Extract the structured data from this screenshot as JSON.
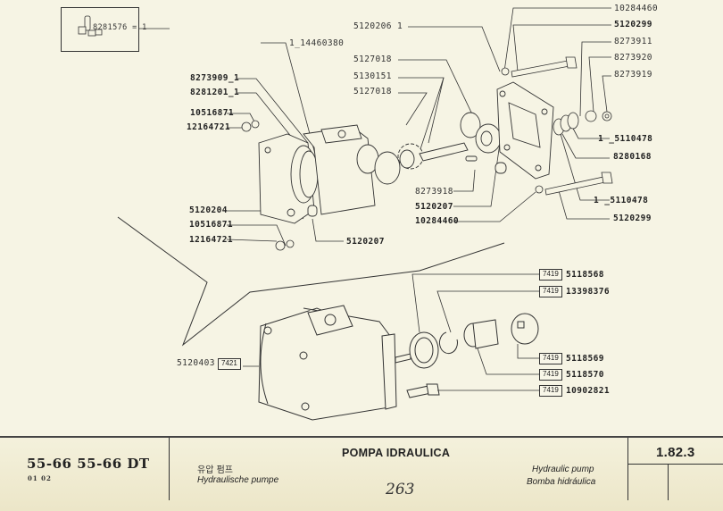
{
  "kit": {
    "part": "8281576",
    "qty_label": "8281576 = 1",
    "icon": "seal-kit-icon"
  },
  "upper_labels": [
    {
      "id": "l1",
      "text": "1_14460380"
    },
    {
      "id": "l2",
      "text": "8273909_1"
    },
    {
      "id": "l3",
      "text": "8281201_1"
    },
    {
      "id": "l4",
      "text": "10516871"
    },
    {
      "id": "l5",
      "text": "12164721"
    },
    {
      "id": "l6",
      "text": "5120206  1"
    },
    {
      "id": "l7",
      "text": "5127018"
    },
    {
      "id": "l8",
      "text": "5130151"
    },
    {
      "id": "l9",
      "text": "5127018"
    },
    {
      "id": "l10",
      "text": "10284460"
    },
    {
      "id": "l11",
      "text": "5120299"
    },
    {
      "id": "l12",
      "text": "8273911"
    },
    {
      "id": "l13",
      "text": "8273920"
    },
    {
      "id": "l14",
      "text": "8273919"
    },
    {
      "id": "l15",
      "text": "1 _5110478"
    },
    {
      "id": "l16",
      "text": "8280168"
    },
    {
      "id": "l17",
      "text": "8273918"
    },
    {
      "id": "l18",
      "text": "5120207"
    },
    {
      "id": "l19",
      "text": "10284460"
    },
    {
      "id": "l20",
      "text": "1 _5110478"
    },
    {
      "id": "l21",
      "text": "5120299"
    },
    {
      "id": "l22",
      "text": "5120204"
    },
    {
      "id": "l23",
      "text": "10516871"
    },
    {
      "id": "l24",
      "text": "12164721"
    },
    {
      "id": "l25",
      "text": "5120207"
    }
  ],
  "lower_labels": [
    {
      "ref": "7419",
      "part": "5118568"
    },
    {
      "ref": "7419",
      "part": "13398376"
    },
    {
      "ref": "7419",
      "part": "5118569"
    },
    {
      "ref": "7419",
      "part": "5118570"
    },
    {
      "ref": "7419",
      "part": "10902821"
    }
  ],
  "pump_assembly": {
    "part": "5120403",
    "ref": "7421"
  },
  "footer": {
    "models": "55-66  55-66 DT",
    "model_codes": "01  02",
    "title_it": "POMPA IDRAULICA",
    "title_ko": "유압 펌프",
    "title_de": "Hydraulische pumpe",
    "title_en": "Hydraulic pump",
    "title_es": "Bomba hidráulica",
    "handwritten_page": "263",
    "section_code": "1.82.3"
  }
}
